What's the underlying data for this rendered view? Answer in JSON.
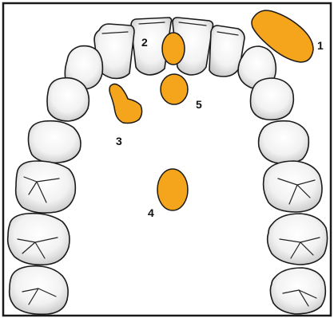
{
  "colors": {
    "background": "#ffffff",
    "frame": "#1a1a1a",
    "tooth_outline": "#1a1a1a",
    "tooth_fill": "#ffffff",
    "tooth_shadow": "#bdbdbd",
    "marker_fill": "#f4a51c"
  },
  "labels": {
    "one": "1",
    "two": "2",
    "three": "3",
    "four": "4",
    "five": "5"
  },
  "diagram": {
    "subject": "upper-dental-arch",
    "teeth_per_side": 8,
    "teeth_total": 16,
    "marked_regions_total": 5
  }
}
